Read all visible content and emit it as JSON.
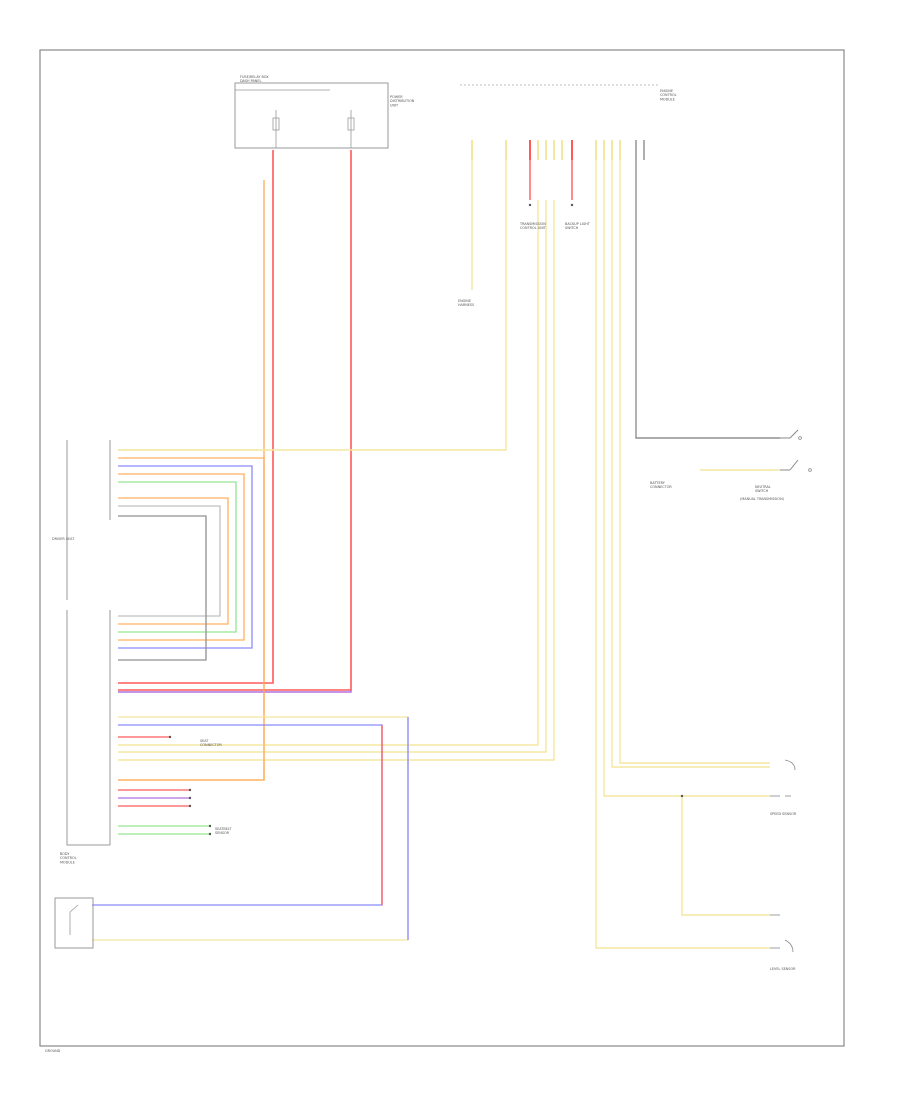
{
  "colors": {
    "red": "#ff5a5a",
    "orange": "#ffb060",
    "yellow": "#f4e7a0",
    "green": "#93e593",
    "blue": "#8a8aff",
    "violet": "#b070e0",
    "gray": "#909090",
    "frame": "#888888"
  },
  "labels": {
    "fuse_block": "FUSE/RELAY BOX\nDASH PANEL",
    "power_dist": "POWER\nDISTRIBUTION\nUNIT",
    "ecm_name": "ENGINE\nCONTROL\nMODULE",
    "body_module": "BODY\nCONTROL\nMODULE",
    "engine_harness": "ENGINE\nHARNESS",
    "neutral_switch": "NEUTRAL\nSWITCH",
    "neutral_switch_sub": "(MANUAL TRANSMISSION)",
    "battery_connector": "BATTERY\nCONNECTOR",
    "transmission_module": "TRANSMISSION\nCONTROL UNIT",
    "backup_control": "BACKUP LIGHT\nSWITCH",
    "seat_connector": "SEAT\nCONNECTOR",
    "seatbelt_sensor": "SEATBELT\nSENSOR",
    "left_seat": "DRIVER SEAT",
    "sensor_1": "SPEED SENSOR",
    "sensor_2": "LEVEL SENSOR",
    "ground": "GROUND"
  }
}
